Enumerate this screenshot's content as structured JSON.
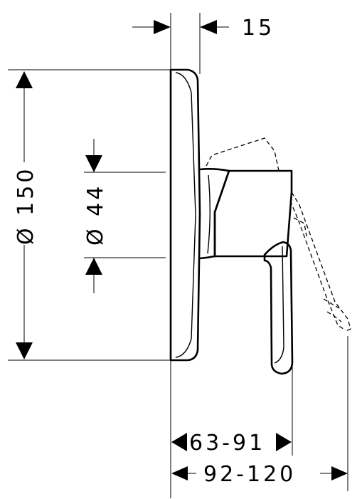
{
  "diagram": {
    "colors": {
      "ink": "#000000",
      "paper": "#ffffff"
    },
    "dimensions": {
      "top_depth": "15",
      "outer_diameter": "Ø 150",
      "inner_diameter": "Ø 44",
      "depth_short": "63-91",
      "depth_long": "92-120"
    }
  }
}
